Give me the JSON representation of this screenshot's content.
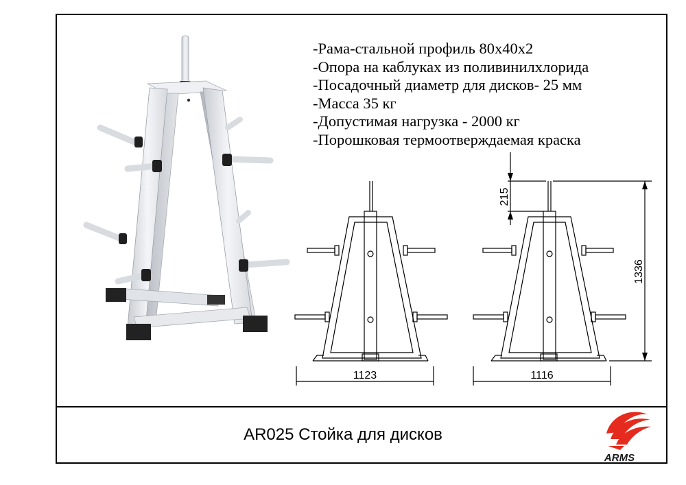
{
  "specs": [
    "-Рама-стальной профиль 80х40х2",
    "-Опора на каблуках из поливинилхлорида",
    "-Посадочный диаметр для дисков- 25 мм",
    "-Масса 35 кг",
    "-Допустимая нагрузка - 2000 кг",
    "-Порошковая термоотверждаемая краска"
  ],
  "title": "AR025 Стойка для дисков",
  "dimensions": {
    "front_width": "1123",
    "side_width": "1116",
    "height": "1336",
    "top_pin": "215"
  },
  "logo": {
    "text": "ARMS",
    "color": "#e52b1e"
  }
}
